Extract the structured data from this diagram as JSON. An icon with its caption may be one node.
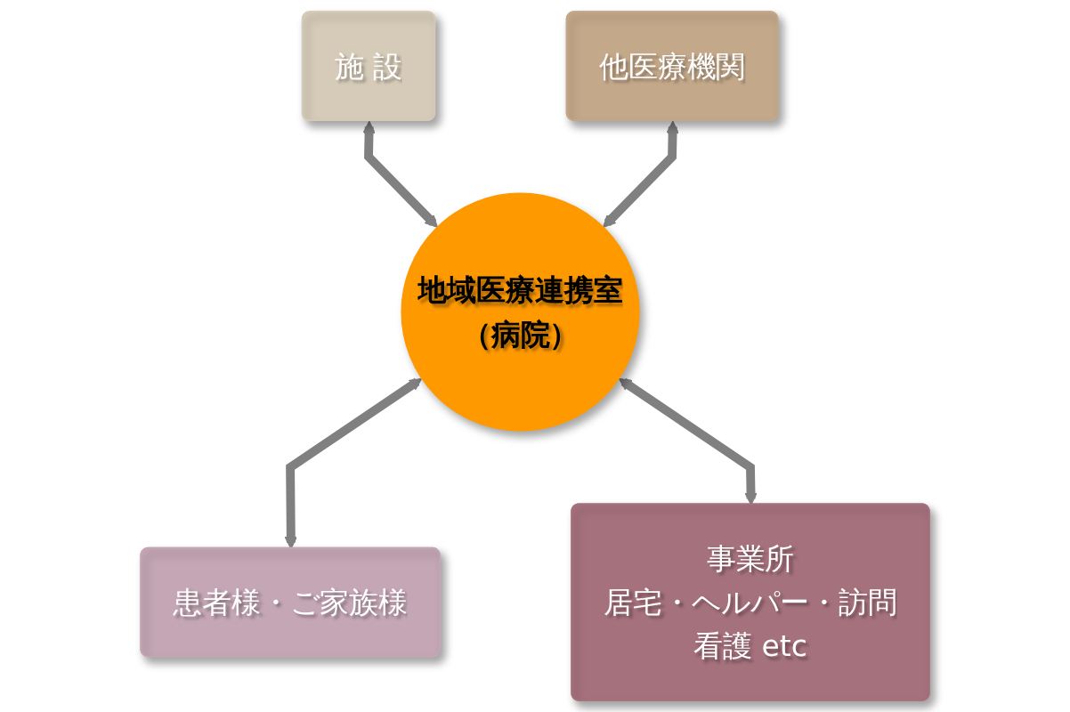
{
  "diagram": {
    "nodes": [
      {
        "text": [
          "施 設"
        ]
      },
      {
        "text": [
          "他医療機関"
        ]
      },
      {
        "text": [
          "地域医療連携室",
          "（病院）"
        ]
      },
      {
        "text": [
          "患者様・ご家族様"
        ]
      },
      {
        "text": [
          "事業所",
          "居宅・ヘルパー・訪問看護 etc"
        ]
      }
    ],
    "edges": [
      {
        "from": 0,
        "to": 2,
        "arrow": "both"
      },
      {
        "from": 1,
        "to": 2,
        "arrow": "both"
      },
      {
        "from": 2,
        "to": 3,
        "arrow": "both"
      },
      {
        "from": 2,
        "to": 4,
        "arrow": "both"
      }
    ]
  }
}
